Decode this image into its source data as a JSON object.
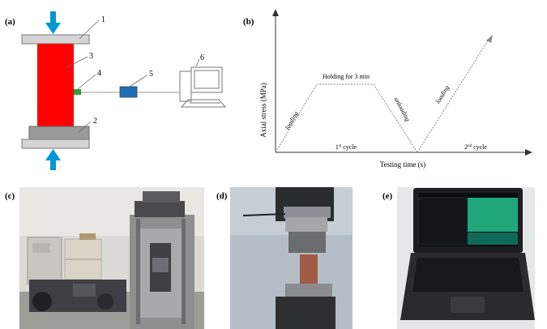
{
  "panels": {
    "a": {
      "label": "(a)",
      "callouts": [
        "1",
        "2",
        "3",
        "4",
        "5",
        "6"
      ]
    },
    "b": {
      "label": "(b)",
      "y_axis_label": "Axial stress (MPa)",
      "x_axis_label": "Testing time (s)",
      "holding_label": "Holding for 3 min",
      "loading_1": "loading",
      "unloading": "unloading",
      "loading_2": "loading",
      "cycle_1": "1st cycle",
      "cycle_1_num": "1",
      "cycle_1_sup": "st",
      "cycle_1_word": " cycle",
      "cycle_2_num": "2",
      "cycle_2_sup": "nd",
      "cycle_2_word": " cycle"
    },
    "c": {
      "label": "(c)"
    },
    "d": {
      "label": "(d)"
    },
    "e": {
      "label": "(e)"
    }
  },
  "colors": {
    "specimen": "#ff0000",
    "arrow": "#0095d5",
    "sensor": "#2a9d3a",
    "amplifier": "#1f6fb5",
    "platen": "#c8c8c8",
    "axis": "#333333"
  }
}
